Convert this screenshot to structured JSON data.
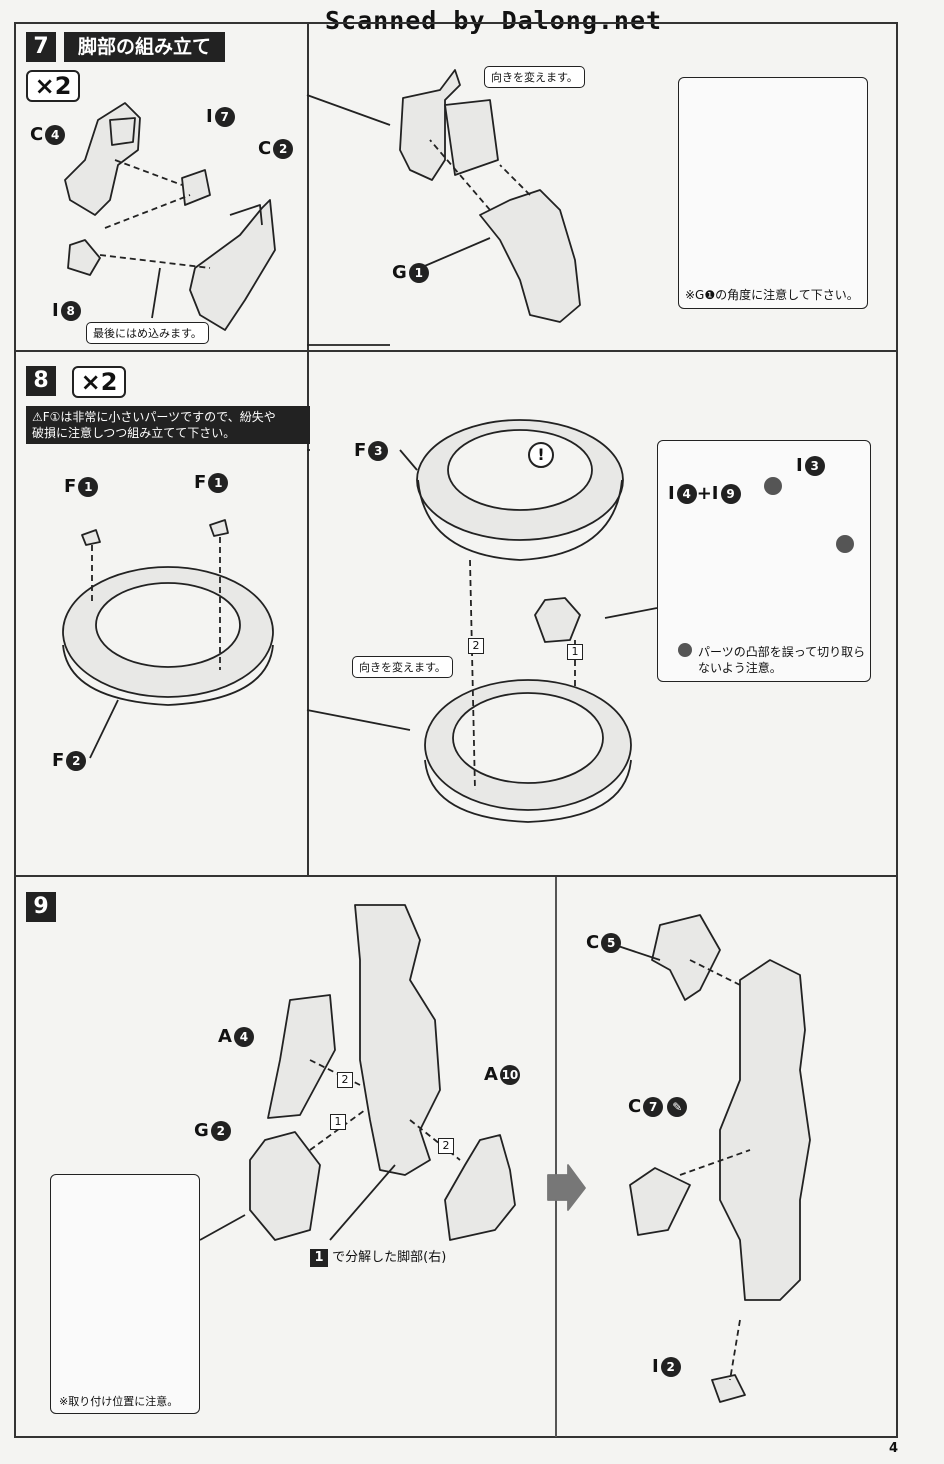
{
  "header": {
    "scan_credit": "Scanned by Dalong.net"
  },
  "page_number": "4",
  "step7": {
    "number": "7",
    "title": "脚部の組み立て",
    "multiplier": "×2",
    "labels": {
      "c4": "C",
      "c4n": "4",
      "i7": "I",
      "i7n": "7",
      "c2": "C",
      "c2n": "2",
      "i8": "I",
      "i8n": "8",
      "g1": "G",
      "g1n": "1"
    },
    "note_last": "最後にはめ込みます。",
    "note_rotate": "向きを変えます。",
    "inset_note": "※G❶の角度に注意して下さい。"
  },
  "step8": {
    "number": "8",
    "multiplier": "×2",
    "warning": "F①は非常に小さいパーツですので、紛失や破損に注意しつつ組み立てて下さい。",
    "warning_line1": "F①は非常に小さいパーツですので、紛失や",
    "warning_line2": "破損に注意しつつ組み立てて下さい。",
    "labels": {
      "f1a": "F",
      "f1an": "1",
      "f1b": "F",
      "f1bn": "1",
      "f2": "F",
      "f2n": "2",
      "f3": "F",
      "f3n": "3",
      "i4": "I",
      "i4n": "4",
      "plus": "+",
      "i9": "I",
      "i9n": "9",
      "i3": "I",
      "i3n": "3"
    },
    "order_1": "1",
    "order_2": "2",
    "note_rotate": "向きを変えます。",
    "inset_note_line1": "パーツの凸部を誤って切り取ら",
    "inset_note_line2": "ないよう注意。"
  },
  "step9": {
    "number": "9",
    "labels": {
      "a4": "A",
      "a4n": "4",
      "g2": "G",
      "g2n": "2",
      "a10": "A",
      "a10n": "10",
      "c5": "C",
      "c5n": "5",
      "c7": "C",
      "c7n": "7",
      "i2": "I",
      "i2n": "2"
    },
    "order_1": "1",
    "order_2a": "2",
    "order_2b": "2",
    "leg_ref_num": "1",
    "leg_ref_text": "で分解した脚部(右)",
    "inset_note": "※取り付け位置に注意。"
  }
}
